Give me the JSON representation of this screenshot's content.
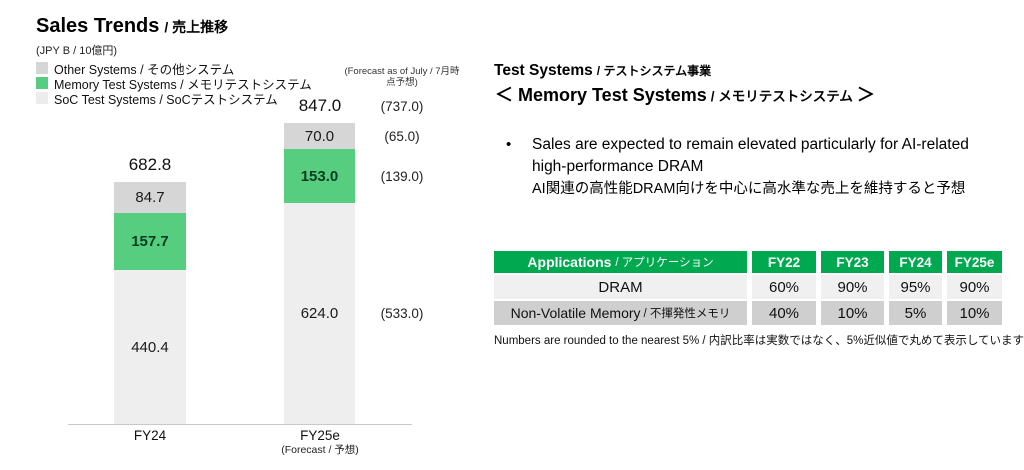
{
  "colors": {
    "memory_green": "#57cd80",
    "other_gray": "#d6d6d6",
    "soc_gray": "#eeeeee",
    "table_header_green": "#00a850",
    "table_row_light": "#f0f0f0",
    "table_row_dark": "#cfcfcf"
  },
  "sales_trends": {
    "title_en": "Sales Trends",
    "title_jp": "/ 売上推移",
    "unit": "(JPY B / 10億円)",
    "legend": [
      {
        "id": "other",
        "label": "Other Systems / その他システム"
      },
      {
        "id": "memory",
        "label": "Memory Test Systems / メモリテストシステム"
      },
      {
        "id": "soc",
        "label": "SoC Test Systems / SoCテストシステム"
      }
    ],
    "forecast_note": "(Forecast as of July / 7月時点予想)",
    "fy24": {
      "axis_label": "FY24",
      "total": "682.8",
      "other": "84.7",
      "memory": "157.7",
      "soc": "440.4"
    },
    "fy25e": {
      "axis_label": "FY25e",
      "axis_sublabel": "(Forecast / 予想)",
      "total": "847.0",
      "other": "70.0",
      "memory": "153.0",
      "soc": "624.0",
      "forecast_total": "(737.0)",
      "forecast_other": "(65.0)",
      "forecast_memory": "(139.0)",
      "forecast_soc": "(533.0)"
    }
  },
  "memory_section": {
    "section_title_en": "Test Systems",
    "section_title_jp": "/ テストシステム事業",
    "subsection_en": "＜ Memory Test Systems",
    "subsection_jp": "/ メモリテストシステム",
    "subsection_close": "＞",
    "bullet_marker": "•",
    "bullet_en": "Sales are expected to remain elevated particularly for AI-related high-performance DRAM",
    "bullet_jp": "AI関連の高性能DRAM向けを中心に高水準な売上を維持すると予想",
    "table": {
      "header_en": "Applications",
      "header_jp": "/ アプリケーション",
      "years": [
        "FY22",
        "FY23",
        "FY24",
        "FY25e"
      ],
      "rows": [
        {
          "label_en": "DRAM",
          "label_jp": "",
          "values": [
            "60%",
            "90%",
            "95%",
            "90%"
          ]
        },
        {
          "label_en": "Non-Volatile Memory",
          "label_jp": "/ 不揮発性メモリ",
          "values": [
            "40%",
            "10%",
            "5%",
            "10%"
          ]
        }
      ]
    },
    "footnote": "Numbers are rounded to the nearest 5% / 内訳比率は実数ではなく、5%近似値で丸めて表示しています"
  },
  "chart_data": [
    {
      "type": "bar",
      "subtype": "stacked",
      "title": "Sales Trends / 売上推移",
      "ylabel": "JPY B / 10億円",
      "categories": [
        "FY24",
        "FY25e (Forecast / 予想)"
      ],
      "series": [
        {
          "name": "SoC Test Systems / SoCテストシステム",
          "color": "#eeeeee",
          "values": [
            440.4,
            624.0
          ]
        },
        {
          "name": "Memory Test Systems / メモリテストシステム",
          "color": "#57cd80",
          "values": [
            157.7,
            153.0
          ]
        },
        {
          "name": "Other Systems / その他システム",
          "color": "#d6d6d6",
          "values": [
            84.7,
            70.0
          ]
        }
      ],
      "totals": [
        682.8,
        847.0
      ],
      "forecast_as_of_july": {
        "note": "(Forecast as of July / 7月時点予想)",
        "fy25e_total": 737.0,
        "fy25e_soc": 533.0,
        "fy25e_memory": 139.0,
        "fy25e_other": 65.0
      },
      "legend_position": "top-left",
      "grid": false
    },
    {
      "type": "table",
      "title": "Applications / アプリケーション",
      "columns": [
        "FY22",
        "FY23",
        "FY24",
        "FY25e"
      ],
      "rows": [
        {
          "label": "DRAM",
          "values": [
            "60%",
            "90%",
            "95%",
            "90%"
          ]
        },
        {
          "label": "Non-Volatile Memory / 不揮発性メモリ",
          "values": [
            "40%",
            "10%",
            "5%",
            "10%"
          ]
        }
      ],
      "footnote": "Numbers are rounded to the nearest 5% / 内訳比率は実数ではなく、5%近似値で丸めて表示しています"
    }
  ]
}
